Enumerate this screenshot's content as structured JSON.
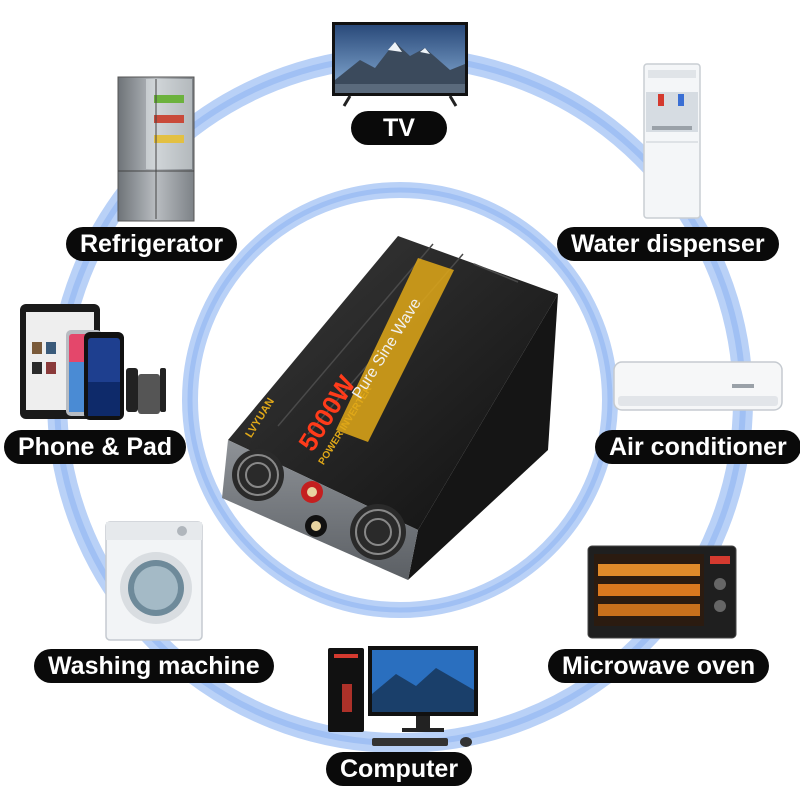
{
  "labels": {
    "tv": "TV",
    "refrigerator": "Refrigerator",
    "water_dispenser": "Water dispenser",
    "phone_pad": "Phone & Pad",
    "air_conditioner": "Air conditioner",
    "washing_machine": "Washing machine",
    "microwave_oven": "Microwave oven",
    "computer": "Computer"
  },
  "inverter": {
    "brand": "LVYUAN",
    "power_rating": "5000W",
    "wave_type": "Pure Sine Wave",
    "product_type": "POWER INVERTER"
  },
  "colors": {
    "ring": "#9ec0f5",
    "label_bg": "#0a0a0a",
    "label_text": "#ffffff",
    "inverter_body": "#1c1c1c",
    "inverter_accent": "#e0a818",
    "power_text": "#ff3b1a"
  },
  "icons": [
    "tv-icon",
    "refrigerator-icon",
    "water-dispenser-icon",
    "phone-pad-icon",
    "air-conditioner-icon",
    "washing-machine-icon",
    "microwave-oven-icon",
    "computer-icon",
    "inverter-icon",
    "fan-icon"
  ]
}
